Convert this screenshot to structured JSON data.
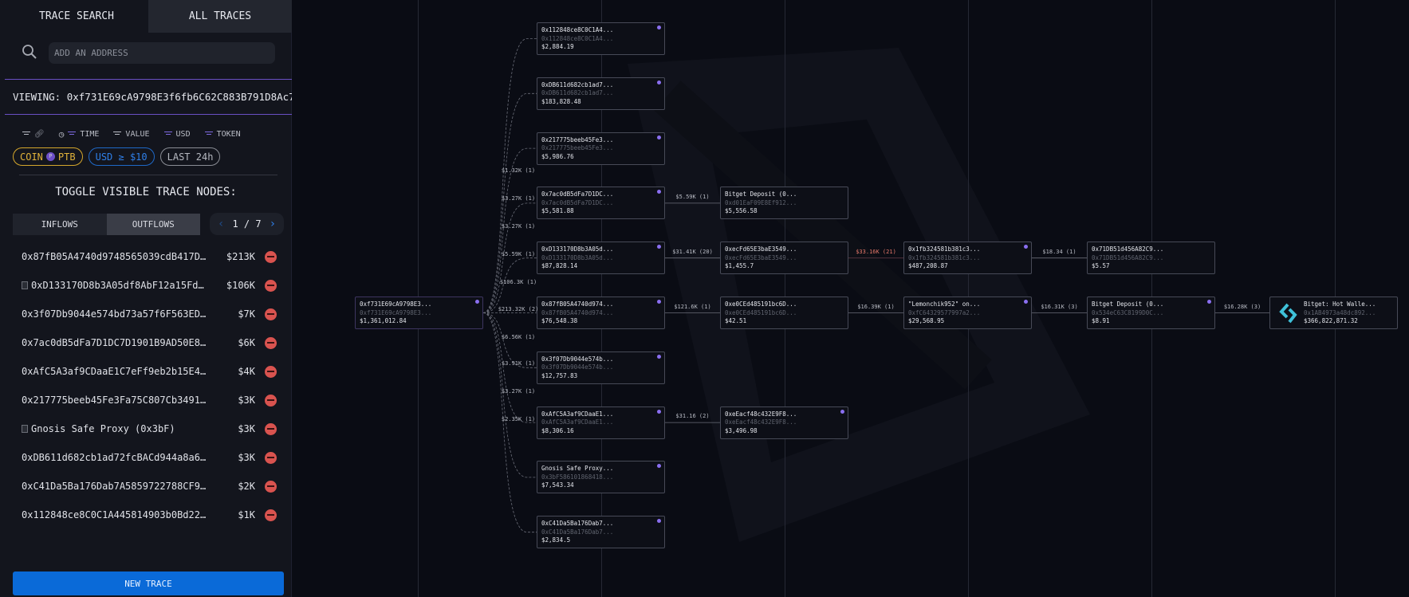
{
  "sidebar": {
    "tabs": [
      "TRACE SEARCH",
      "ALL TRACES"
    ],
    "search_placeholder": "ADD AN ADDRESS",
    "viewing": "VIEWING: 0xf731E69cA9798E3f6fb6C62C883B791D8Ac7",
    "filters": {
      "time": "TIME",
      "value": "VALUE",
      "usd": "USD",
      "token": "TOKEN"
    },
    "chips": {
      "coin": "COIN",
      "coin_token": "PTB",
      "usd": "USD ≥ $10",
      "last": "LAST 24h"
    },
    "toggle_title": "TOGGLE VISIBLE TRACE NODES:",
    "flow_tabs": [
      "INFLOWS",
      "OUTFLOWS"
    ],
    "active_flow_tab": "OUTFLOWS",
    "pager": "1 / 7",
    "items": [
      {
        "address": "0x87fB05A4740d9748565039cdB417DD…",
        "value": "$213K",
        "contract": false
      },
      {
        "address": "0xD133170D8b3A05df8AbF12a15Fdd…",
        "value": "$106K",
        "contract": true
      },
      {
        "address": "0x3f07Db9044e574bd73a57f6F563EDe4E…",
        "value": "$7K",
        "contract": false
      },
      {
        "address": "0x7ac0dB5dFa7D1DC7D1901B9AD50E8Bb1…",
        "value": "$6K",
        "contract": false
      },
      {
        "address": "0xAfC5A3af9CDaaE1C7eFf9eb2b15E42B6…",
        "value": "$4K",
        "contract": false
      },
      {
        "address": "0x217775beeb45Fe3Fa75C807Cb3491f17…",
        "value": "$3K",
        "contract": false
      },
      {
        "address": "Gnosis Safe Proxy (0x3bF)",
        "value": "$3K",
        "contract": true
      },
      {
        "address": "0xDB611d682cb1ad72fcBACd944a8a6e26…",
        "value": "$3K",
        "contract": false
      },
      {
        "address": "0xC41Da5Ba176Dab7A5859722788CF91d5…",
        "value": "$2K",
        "contract": false
      },
      {
        "address": "0x112848ce8C0C1A445814903b0Bd22Ec1…",
        "value": "$1K",
        "contract": false
      }
    ],
    "new_trace": "NEW TRACE"
  },
  "graph": {
    "nodes": [
      {
        "id": "root",
        "title": "0xf731E69cA9798E3...",
        "addr": "0xf731E69cA9798E3...",
        "value": "$1,361,012.84",
        "dot": true
      },
      {
        "id": "n112",
        "title": "0x112848ce8C0C1A4...",
        "addr": "0x112848ce8C0C1A4...",
        "value": "$2,884.19",
        "dot": true
      },
      {
        "id": "nDB6",
        "title": "0xDB611d682cb1ad7...",
        "addr": "0xDB611d682cb1ad7...",
        "value": "$183,828.48",
        "dot": true
      },
      {
        "id": "n217",
        "title": "0x217775beeb45Fe3...",
        "addr": "0x217775beeb45Fe3...",
        "value": "$5,986.76",
        "dot": true
      },
      {
        "id": "n7ac",
        "title": "0x7ac0dB5dFa7D1DC...",
        "addr": "0x7ac0dB5dFa7D1DC...",
        "value": "$5,581.88",
        "dot": true
      },
      {
        "id": "nD13",
        "title": "0xD133170D8b3A05d...",
        "addr": "0xD133170D8b3A05d...",
        "value": "$87,828.14",
        "dot": true
      },
      {
        "id": "n87f",
        "title": "0x87fB05A4740d974...",
        "addr": "0x87fB05A4740d974...",
        "value": "$76,548.38",
        "dot": true
      },
      {
        "id": "n3f0",
        "title": "0x3f07Db9044e574b...",
        "addr": "0x3f07Db9044e574b...",
        "value": "$12,757.83",
        "dot": true
      },
      {
        "id": "nAfC",
        "title": "0xAfC5A3af9CDaaE1...",
        "addr": "0xAfC5A3af9CDaaE1...",
        "value": "$8,306.16",
        "dot": true
      },
      {
        "id": "nGno",
        "title": "Gnosis Safe Proxy...",
        "addr": "0x3bF586101868418...",
        "value": "$7,543.34",
        "dot": true
      },
      {
        "id": "nC41",
        "title": "0xC41Da5Ba176Dab7...",
        "addr": "0xC41Da5Ba176Dab7...",
        "value": "$2,834.5",
        "dot": true
      },
      {
        "id": "nBd1",
        "title": "Bitget Deposit (0...",
        "addr": "0xd01EaF09E8Ef912...",
        "value": "$5,556.58",
        "dot": false
      },
      {
        "id": "necF",
        "title": "0xecFd65E3baE3549...",
        "addr": "0xecFd65E3baE3549...",
        "value": "$1,455.7",
        "dot": false
      },
      {
        "id": "ne0C",
        "title": "0xe0CEd485191bc6D...",
        "addr": "0xe0CEd485191bc6D...",
        "value": "$42.51",
        "dot": false
      },
      {
        "id": "neEa",
        "title": "0xeEacf48c432E9F8...",
        "addr": "0xeEacf48c432E9F8...",
        "value": "$3,496.98",
        "dot": true
      },
      {
        "id": "n1fb",
        "title": "0x1fb324581b381c3...",
        "addr": "0x1fb324581b381c3...",
        "value": "$487,208.87",
        "dot": true
      },
      {
        "id": "nLem",
        "title": "\"Lemonchik952\" on...",
        "addr": "0xfC64329577997a2...",
        "value": "$29,568.95",
        "dot": true
      },
      {
        "id": "n71D",
        "title": "0x71DB51d456A82C9...",
        "addr": "0x71DB51d456A82C9...",
        "value": "$5.57",
        "dot": false
      },
      {
        "id": "nBd2",
        "title": "Bitget Deposit (0...",
        "addr": "0x534eC63C8199D0C...",
        "value": "$8.91",
        "dot": true
      },
      {
        "id": "nHot",
        "title": "Bitget: Hot Walle...",
        "addr": "0x1AB4973a48dc892...",
        "value": "$366,822,871.32",
        "dot": false,
        "logo": "bitget-logo"
      }
    ],
    "edges": [
      {
        "from": "root",
        "to": "n112",
        "label": "$1.32K (1)"
      },
      {
        "from": "root",
        "to": "nDB6",
        "label": "$3.27K (1)"
      },
      {
        "from": "root",
        "to": "n217",
        "label": "$3.27K (1)"
      },
      {
        "from": "root",
        "to": "n7ac",
        "label": "$5.59K (1)"
      },
      {
        "from": "root",
        "to": "nD13",
        "label": "$106.3K (1)"
      },
      {
        "from": "root",
        "to": "n87f",
        "label": "$213.32K (2)"
      },
      {
        "from": "root",
        "to": "n3f0",
        "label": "$6.56K (1)"
      },
      {
        "from": "root",
        "to": "nAfC",
        "label": "$3.91K (1)"
      },
      {
        "from": "root",
        "to": "nGno",
        "label": "$3.27K (1)"
      },
      {
        "from": "root",
        "to": "nC41",
        "label": "$2.35K (1)"
      },
      {
        "from": "n7ac",
        "to": "nBd1",
        "label": "$5.59K (1)"
      },
      {
        "from": "nD13",
        "to": "necF",
        "label": "$31.41K (20)"
      },
      {
        "from": "n87f",
        "to": "ne0C",
        "label": "$121.6K (1)"
      },
      {
        "from": "nAfC",
        "to": "neEa",
        "label": "$31.16 (2)"
      },
      {
        "from": "necF",
        "to": "n1fb",
        "label": "$33.16K (21)",
        "highlight": true
      },
      {
        "from": "n1fb",
        "to": "n71D",
        "label": "$18.34 (1)"
      },
      {
        "from": "ne0C",
        "to": "nLem",
        "label": "$16.39K (1)"
      },
      {
        "from": "nLem",
        "to": "nBd2",
        "label": "$16.31K (3)"
      },
      {
        "from": "nBd2",
        "to": "nHot",
        "label": "$16.28K (3)"
      }
    ],
    "colors": {
      "accent": "#8a6ff0",
      "edge": "#8c8f99",
      "highlight": "#e7786a",
      "button": "#0a6ad8"
    }
  }
}
